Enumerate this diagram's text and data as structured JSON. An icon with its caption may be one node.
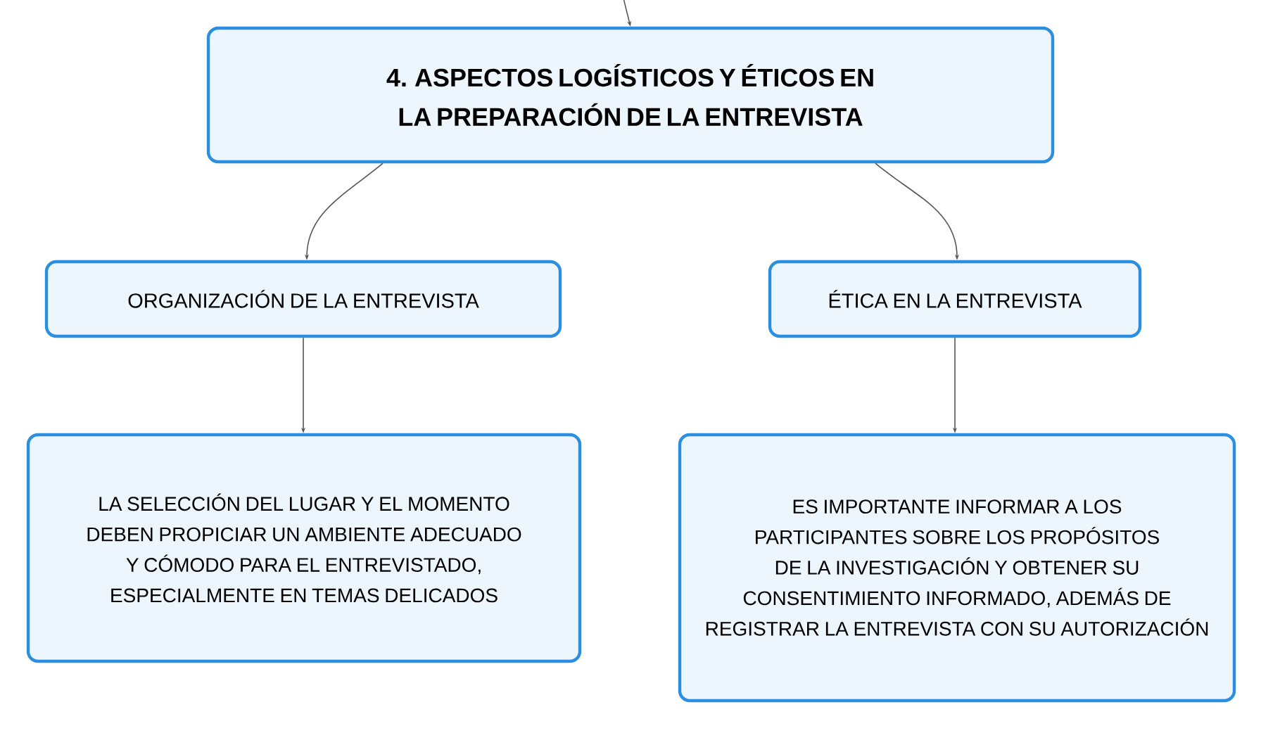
{
  "diagram": {
    "nodes": [
      {
        "text": [
          "4. ASPECTOS LOGÍSTICOS Y ÉTICOS EN LA PREPARACIÓN DE LA ENTREVISTA"
        ]
      },
      {
        "text": [
          "ORGANIZACIÓN DE LA ENTREVISTA"
        ]
      },
      {
        "text": [
          "ÉTICA EN LA ENTREVISTA"
        ]
      },
      {
        "text": [
          "LA SELECCIÓN DEL LUGAR Y EL MOMENTO DEBEN PROPICIAR UN AMBIENTE ADECUADO Y CÓMODO PARA EL ENTREVISTADO, ESPECIALMENTE EN TEMAS DELICADOS"
        ]
      },
      {
        "text": [
          "ES IMPORTANTE INFORMAR A LOS PARTICIPANTES SOBRE LOS PROPÓSITOS DE LA INVESTIGACIÓN Y OBTENER SU CONSENTIMIENTO INFORMADO, ADEMÁS DE REGISTRAR LA ENTREVISTA CON SU AUTORIZACIÓN"
        ]
      }
    ],
    "edges": [
      {
        "from": null,
        "to": 0,
        "arrow": "to"
      },
      {
        "from": 0,
        "to": 1,
        "arrow": "to"
      },
      {
        "from": 0,
        "to": 2,
        "arrow": "to"
      },
      {
        "from": 1,
        "to": 3,
        "arrow": "to"
      },
      {
        "from": 2,
        "to": 4,
        "arrow": "to"
      }
    ]
  }
}
